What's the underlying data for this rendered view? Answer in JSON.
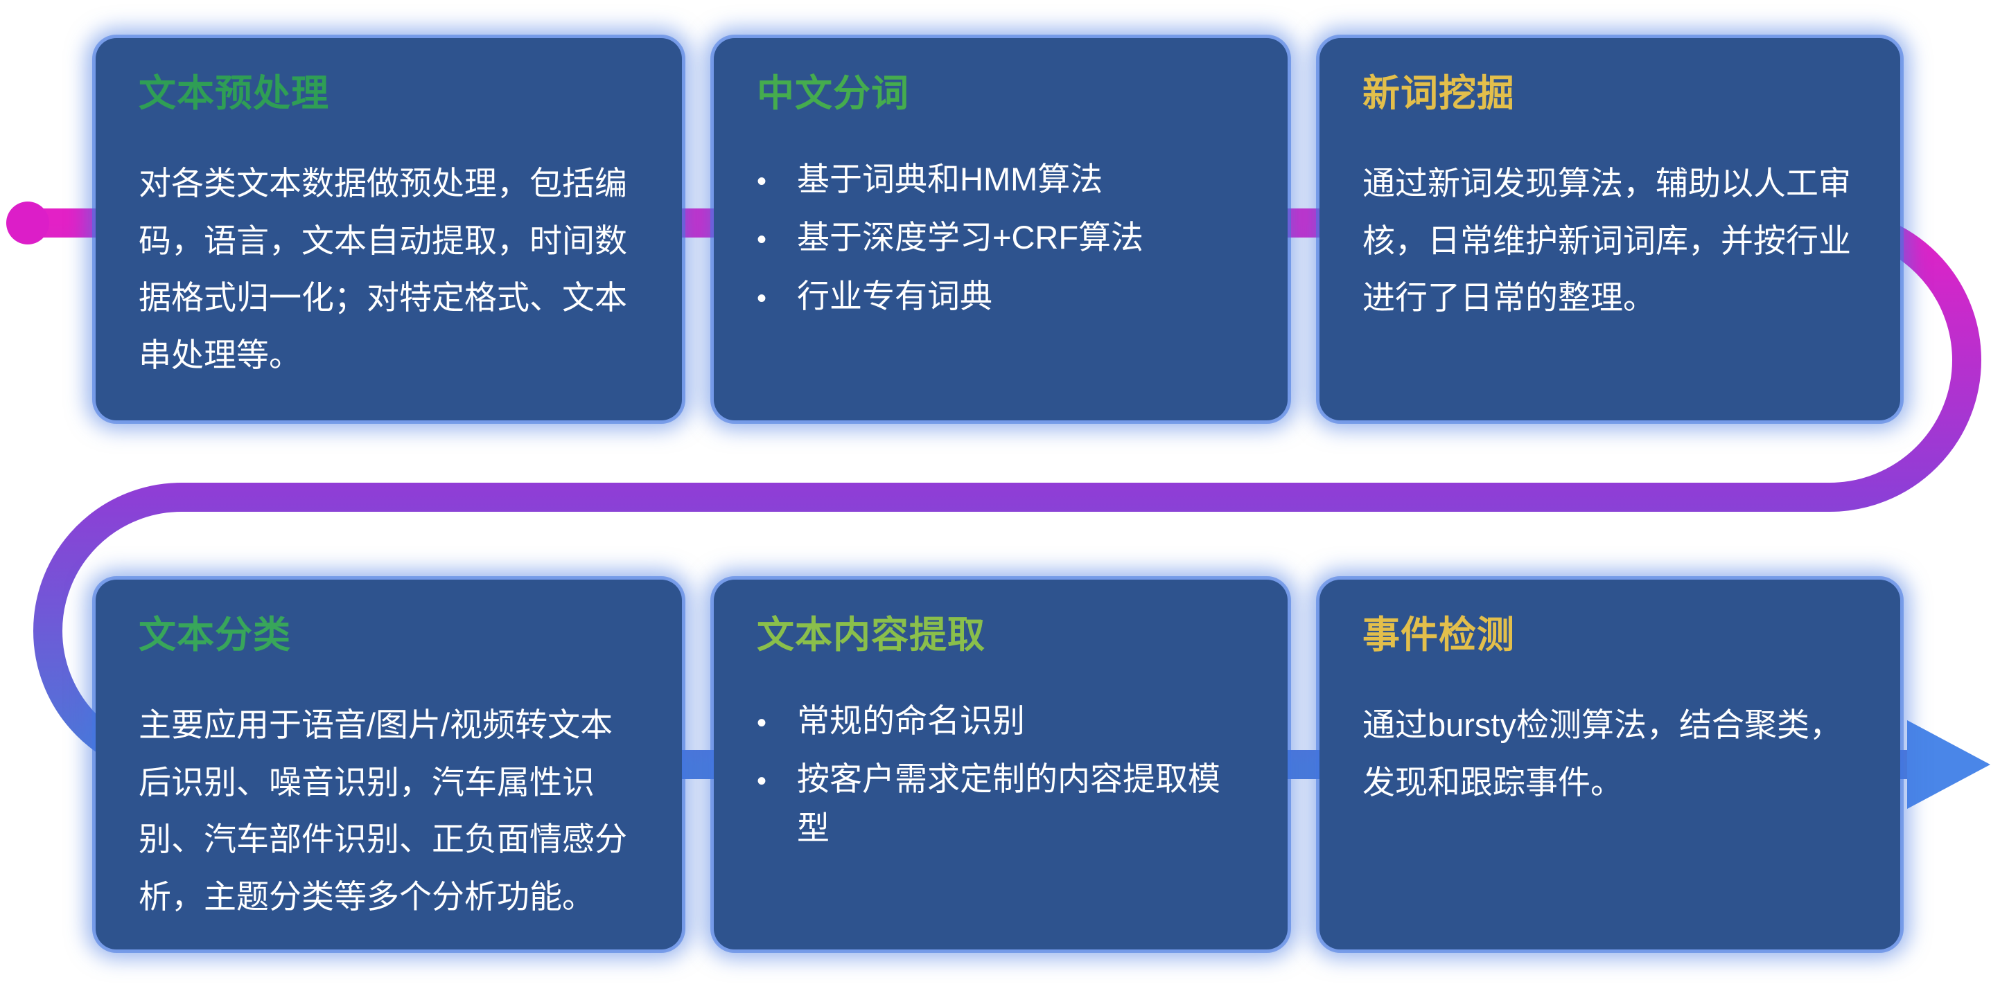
{
  "page": {
    "background": "#ffffff"
  },
  "ui": {
    "bullet_glyph": "•"
  },
  "pipeline": {
    "start_dot_color": "#dc1ec8",
    "gradient_top": "#e321c6",
    "gradient_mid": "#8e3ed6",
    "gradient_bottom": "#4a7ad8",
    "arrow_color": "#4a86e8"
  },
  "colors": {
    "card_background": "#2e538e",
    "card_glow": "#4476e0",
    "body_text": "#ffffff"
  },
  "cards": [
    {
      "title": "文本预处理",
      "title_color": "#2f9e55",
      "body": "对各类文本数据做预处理，包括编码，语言，文本自动提取，时间数据格式归一化；对特定格式、文本串处理等。"
    },
    {
      "title": "中文分词",
      "title_color": "#45ac4e",
      "bullets": [
        "基于词典和HMM算法",
        "基于深度学习+CRF算法",
        "行业专有词典"
      ]
    },
    {
      "title": "新词挖掘",
      "title_color": "#e3bf4b",
      "body": "通过新词发现算法，辅助以人工审核，日常维护新词词库，并按行业进行了日常的整理。"
    },
    {
      "title": "文本分类",
      "title_color": "#38a65a",
      "body": "主要应用于语音/图片/视频转文本后识别、噪音识别，汽车属性识别、汽车部件识别、正负面情感分析，主题分类等多个分析功能。"
    },
    {
      "title": "文本内容提取",
      "title_color": "#8abf4b",
      "bullets": [
        "常规的命名识别",
        "按客户需求定制的内容提取模型"
      ]
    },
    {
      "title": "事件检测",
      "title_color": "#e3bf4b",
      "body": "通过bursty检测算法，结合聚类，发现和跟踪事件。"
    }
  ]
}
